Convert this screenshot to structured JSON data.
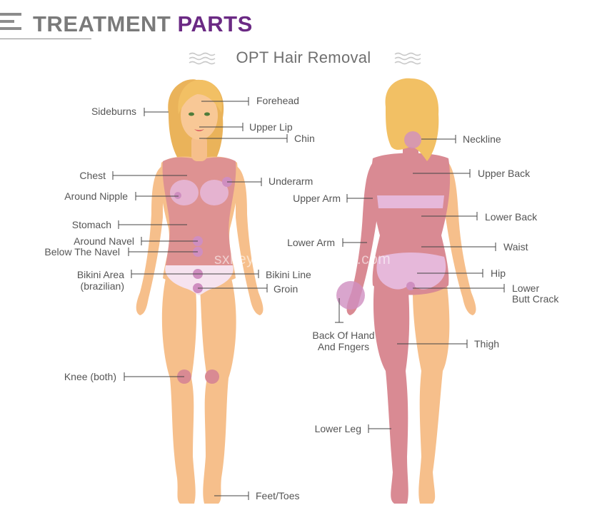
{
  "header": {
    "title_main": "TREATMENT",
    "title_accent": "PARTS",
    "subtitle": "OPT Hair Removal"
  },
  "watermark": "sxkeysun.en.alibaba.com",
  "colors": {
    "skin": "#f7c28e",
    "skin_shade": "#e9a56e",
    "treated": "#d98a93",
    "treated_highlight": "#cf8ec0",
    "hair": "#f2c064",
    "title_gray": "#7a7a7a",
    "title_purple": "#6b2a84",
    "line": "#444444"
  },
  "front_labels": {
    "sideburns": "Sideburns",
    "forehead": "Forehead",
    "upper_lip": "Upper Lip",
    "chin": "Chin",
    "chest": "Chest",
    "underarm": "Underarm",
    "around_nipple": "Around Nipple",
    "stomach": "Stomach",
    "around_navel": "Around Navel",
    "below_navel": "Below The Navel",
    "bikini_area_1": "Bikini Area",
    "bikini_area_2": "(brazilian)",
    "bikini_line": "Bikini Line",
    "groin": "Groin",
    "knee": "Knee (both)",
    "feet": "Feet/Toes"
  },
  "back_labels": {
    "neckline": "Neckline",
    "upper_back": "Upper Back",
    "upper_arm": "Upper Arm",
    "lower_back": "Lower Back",
    "lower_arm": "Lower Arm",
    "waist": "Waist",
    "hip": "Hip",
    "lower_butt_1": "Lower",
    "lower_butt_2": "Butt Crack",
    "back_hand_1": "Back Of Hand",
    "back_hand_2": "And Fngers",
    "thigh": "Thigh",
    "lower_leg": "Lower Leg"
  }
}
